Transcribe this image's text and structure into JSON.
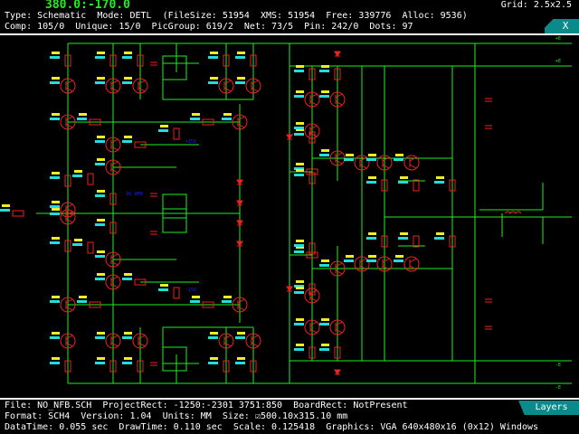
{
  "header": {
    "cursor_coords": "380.0:-170.0",
    "grid": "Grid: 2.5x2.5",
    "line1": "Type: Schematic  Mode: DETL  (FileSize: 51954  XMS: 51954  Free: 339776  Alloc: 9536)",
    "line2": "Comp: 105/0  Unique: 15/0  PicGroup: 619/2  Net: 73/5  Pin: 242/0  Dots: 97",
    "close_label": "X"
  },
  "footer": {
    "line1": "File: NO_NFB.SCH  ProjectRect: -1250:-2301 3751:850  BoardRect: NotPresent",
    "line2": "Format: SCH4  Version: 1.04  Units: MM  Size: ☑500.10x315.10 mm",
    "line3": "DataTime: 0.055 sec  DrawTime: 0.110 sec  Scale: 0.125418  Graphics: VGA 640x480x16 (0x12) Windows",
    "layers_label": "Layers"
  },
  "schematic": {
    "colors": {
      "wire": "#22ee22",
      "component": "#ee2222",
      "ref": "#eeee22",
      "value": "#22dddd",
      "net_label": "#2222ff",
      "rail_label": "#22ee22"
    },
    "net_labels": [
      "+15V",
      "DC_NFB",
      "-15V"
    ],
    "rail_labels": [
      "+E",
      "+E",
      "-E",
      "-E"
    ]
  }
}
